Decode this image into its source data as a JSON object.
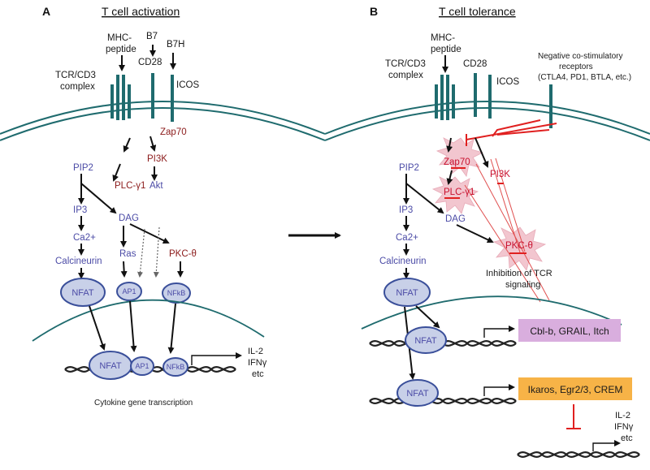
{
  "panelA": {
    "letter": "A",
    "title": "T cell activation",
    "receptors": {
      "tcr_line1": "TCR/CD3",
      "tcr_line2": "complex",
      "mhc_line1": "MHC-",
      "mhc_line2": "peptide",
      "b7": "B7",
      "b7h": "B7H",
      "cd28": "CD28",
      "icos": "ICOS"
    },
    "signals": {
      "zap70": "Zap70",
      "pi3k": "PI3K",
      "pip2": "PIP2",
      "plc": "PLC-γ1",
      "akt": "Akt",
      "ip3": "IP3",
      "dag": "DAG",
      "ca": "Ca2+",
      "ras": "Ras",
      "pkc": "PKC-θ",
      "calcineurin": "Calcineurin"
    },
    "tf": {
      "nfat": "NFAT",
      "ap1": "AP1",
      "nfkb": "NFkB"
    },
    "output": {
      "line1": "IL-2",
      "line2": "IFNγ",
      "line3": "etc"
    },
    "caption": "Cytokine gene transcription"
  },
  "panelB": {
    "letter": "B",
    "title": "T cell tolerance",
    "receptors": {
      "mhc_line1": "MHC-",
      "mhc_line2": "peptide",
      "tcr_line1": "TCR/CD3",
      "tcr_line2": "complex",
      "cd28": "CD28",
      "icos": "ICOS",
      "neg_line1": "Negative co-stimulatory",
      "neg_line2": "receptors",
      "neg_line3": "(CTLA4, PD1, BTLA, etc.)"
    },
    "signals": {
      "pip2": "PIP2",
      "zap70": "Zap70",
      "pi3k": "PI3K",
      "plc": "PLC-γ1",
      "ip3": "IP3",
      "dag": "DAG",
      "ca": "Ca2+",
      "pkc": "PKC-θ",
      "calcineurin": "Calcineurin",
      "inhibit_line1": "Inhibition of TCR",
      "inhibit_line2": "signaling"
    },
    "tf": {
      "nfat_cyto": "NFAT",
      "nfat_1": "NFAT",
      "nfat_2": "NFAT"
    },
    "genes": {
      "box1": "Cbl-b, GRAIL, Itch",
      "box2": "Ikaros, Egr2/3, CREM"
    },
    "output": {
      "line1": "IL-2",
      "line2": "IFNγ",
      "line3": "etc"
    }
  },
  "colors": {
    "membrane": "#1f6b6e",
    "oval_fill": "#c8d0e8",
    "oval_stroke": "#3a4f9a",
    "box1": "#d9aede",
    "box2": "#f7b347",
    "inhibition": "#e02020",
    "burst": "#f2c6cf"
  }
}
